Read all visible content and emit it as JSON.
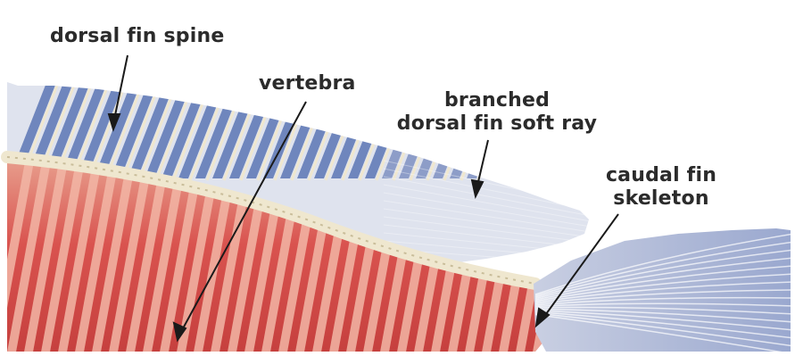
{
  "labels": {
    "dorsal_fin_spine": "dorsal fin spine",
    "vertebra": "vertebra",
    "soft_ray_line1": "branched",
    "soft_ray_line2": "dorsal fin soft ray",
    "caudal_line1": "caudal fin",
    "caudal_line2": "skeleton"
  },
  "colors": {
    "spine_fin": "#6f86bd",
    "soft_ray_fin": "#8d9dc8",
    "muscle_red": "#d9534f",
    "muscle_light": "#f2b6a6",
    "bone": "#efe7cf",
    "text": "#2b2b2b"
  }
}
